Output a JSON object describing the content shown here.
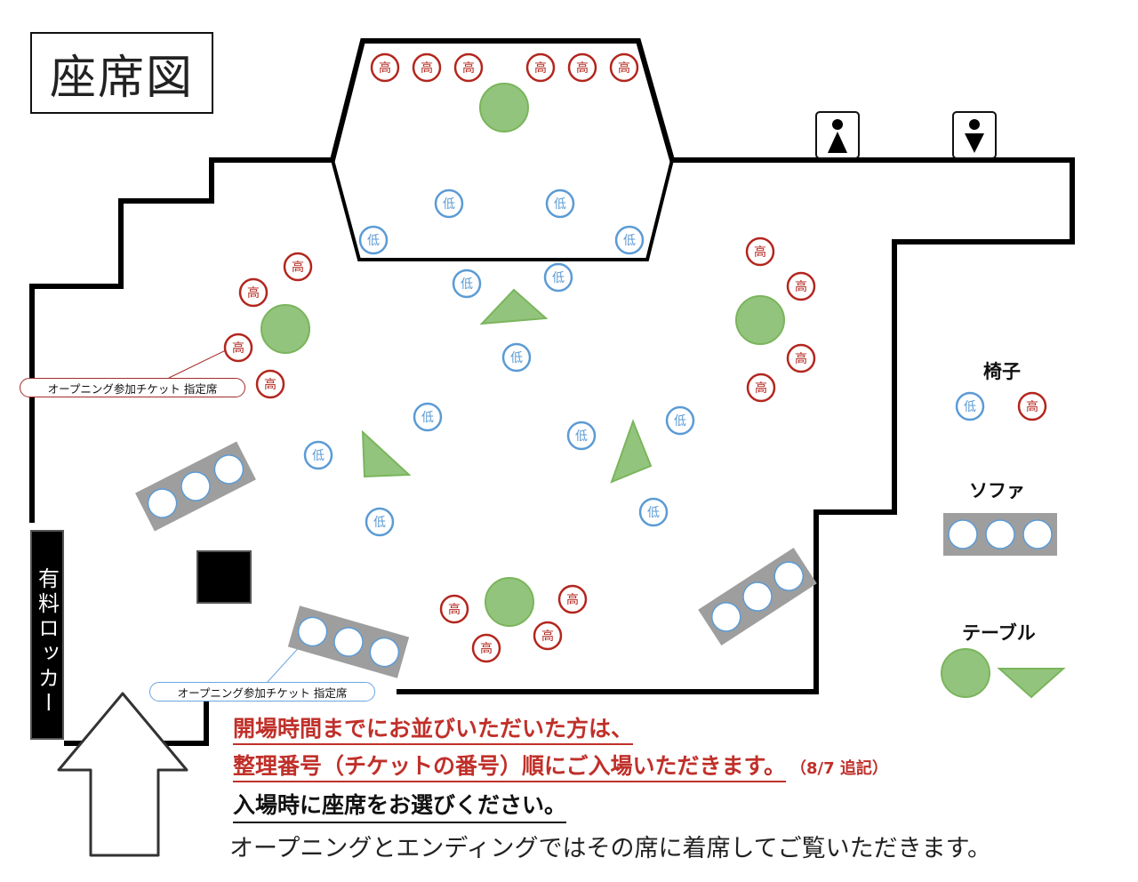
{
  "title": "座席図",
  "locker_label": "有料ロッカー",
  "seat_labels": {
    "high": "高",
    "low": "低"
  },
  "callouts": {
    "opening_ticket_1": "オープニング参加チケット 指定席",
    "opening_ticket_2": "オープニング参加チケット 指定席"
  },
  "legend": {
    "chair": "椅子",
    "sofa": "ソファ",
    "table": "テーブル"
  },
  "notices": {
    "line1": "開場時間までにお並びいただいた方は、",
    "line2": "整理番号（チケットの番号）順にご入場いただきます。",
    "line2_note": "（8/7 追記）",
    "line3": "入場時に座席をお選びください。",
    "line4": "オープニングとエンディングではその席に着席してご覧いただきます。"
  },
  "icons": {
    "restroom_female": "female-restroom-icon",
    "restroom_male": "male-restroom-icon",
    "entrance": "entrance-arrow-icon"
  },
  "colors": {
    "high_seat": "#b3261e",
    "low_seat": "#5b9bd5",
    "table_fill": "#93c47d",
    "sofa_fill": "#9e9e9e",
    "notice_red": "#c0302a"
  }
}
